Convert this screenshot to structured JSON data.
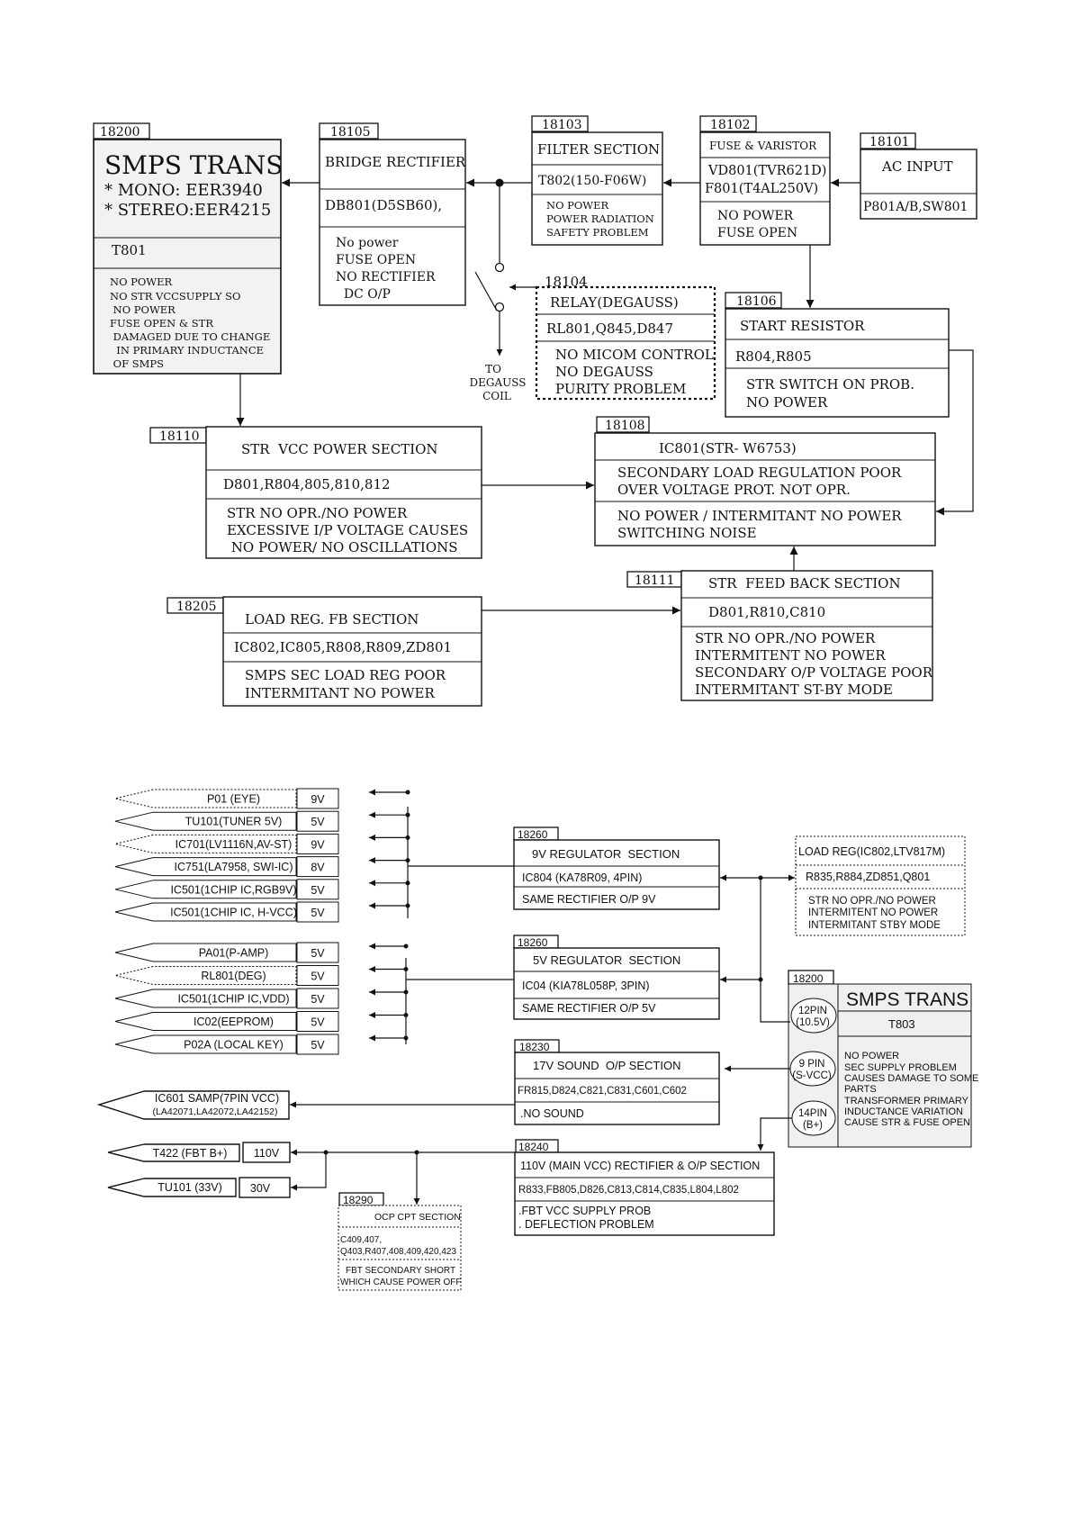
{
  "upper": {
    "smps": {
      "code": "18200",
      "title": "SMPS TRANS",
      "line1": "* MONO: EER3940",
      "line2": "* STEREO:EER4215",
      "part": "T801",
      "notes": [
        "NO POWER",
        "NO STR VCCSUPPLY SO",
        " NO POWER",
        "FUSE OPEN & STR",
        " DAMAGED DUE TO CHANGE",
        "  IN PRIMARY INDUCTANCE",
        " OF SMPS"
      ]
    },
    "bridge": {
      "code": "18105",
      "title": "BRIDGE RECTIFIER",
      "part": "DB801(D5SB60),",
      "notes": [
        "No power",
        "FUSE OPEN",
        "NO RECTIFIER",
        "  DC O/P"
      ]
    },
    "filter": {
      "code": "18103",
      "title": "FILTER SECTION",
      "part": "T802(150-F06W)",
      "notes": [
        "NO POWER",
        "POWER RADIATION",
        "SAFETY PROBLEM"
      ]
    },
    "fuse": {
      "code": "18102",
      "title": "FUSE & VARISTOR",
      "part1": "VD801(TVR621D)",
      "part2": "F801(T4AL250V)",
      "notes": [
        "NO POWER",
        "FUSE OPEN"
      ]
    },
    "ac": {
      "code": "18101",
      "title": "AC INPUT",
      "part": "P801A/B,SW801"
    },
    "relay": {
      "code": "18104",
      "title": "RELAY(DEGAUSS)",
      "part": "RL801,Q845,D847",
      "notes": [
        "NO MICOM CONTROL",
        "NO DEGAUSS",
        "PURITY PROBLEM"
      ]
    },
    "degauss_label": [
      "TO",
      "DEGAUSS",
      "COIL"
    ],
    "start": {
      "code": "18106",
      "title": "START RESISTOR",
      "part": "R804,R805",
      "notes": [
        "STR SWITCH ON PROB.",
        "NO POWER"
      ]
    },
    "strvcc": {
      "code": "18110",
      "title": "STR  VCC POWER SECTION",
      "part": "D801,R804,805,810,812",
      "notes": [
        "STR NO OPR./NO POWER",
        "EXCESSIVE I/P VOLTAGE CAUSES",
        " NO POWER/ NO OSCILLATIONS"
      ]
    },
    "ic801": {
      "code": "18108",
      "title": "IC801(STR- W6753)",
      "mid": [
        "SECONDARY LOAD REGULATION POOR",
        "OVER VOLTAGE PROT. NOT OPR."
      ],
      "notes": [
        "NO POWER / INTERMITANT NO POWER",
        "SWITCHING NOISE"
      ]
    },
    "feedback": {
      "code": "18111",
      "title": "STR  FEED BACK SECTION",
      "part": "D801,R810,C810",
      "notes": [
        "STR NO OPR./NO POWER",
        "INTERMITENT NO POWER",
        "SECONDARY O/P VOLTAGE POOR",
        "INTERMITANT ST-BY MODE"
      ]
    },
    "loadreg": {
      "code": "18205",
      "title": "LOAD REG. FB SECTION",
      "part": "IC802,IC805,R808,R809,ZD801",
      "notes": [
        "SMPS SEC LOAD REG POOR",
        "INTERMITANT NO POWER"
      ]
    }
  },
  "lower": {
    "group9v": [
      {
        "label": "P01 (EYE)",
        "volt": "9V"
      },
      {
        "label": "TU101(TUNER 5V)",
        "volt": "5V"
      },
      {
        "label": "IC701(LV1116N,AV-ST)",
        "volt": "9V"
      },
      {
        "label": "IC751(LA7958, SWI-IC)",
        "volt": "8V"
      },
      {
        "label": "IC501(1CHIP IC,RGB9V)",
        "volt": "5V"
      },
      {
        "label": "IC501(1CHIP IC, H-VCC)",
        "volt": "5V"
      }
    ],
    "group5v": [
      {
        "label": "PA01(P-AMP)",
        "volt": "5V"
      },
      {
        "label": "RL801(DEG)",
        "volt": "5V"
      },
      {
        "label": "IC501(1CHIP IC,VDD)",
        "volt": "5V"
      },
      {
        "label": "IC02(EEPROM)",
        "volt": "5V"
      },
      {
        "label": "P02A (LOCAL KEY)",
        "volt": "5V"
      }
    ],
    "ic601": {
      "line1": "IC601 SAMP(7PIN VCC)",
      "line2": "(LA42071,LA42072,LA42152)"
    },
    "t422": {
      "label": "T422 (FBT B+)",
      "volt": "110V"
    },
    "tu101": {
      "label": "TU101 (33V)",
      "volt": "30V"
    },
    "reg9": {
      "code": "18260",
      "title": "9V REGULATOR  SECTION",
      "part": "IC804 (KA78R09, 4PIN)",
      "note": "SAME RECTIFIER O/P 9V"
    },
    "reg5": {
      "code": "18260",
      "title": "5V REGULATOR  SECTION",
      "part": "IC04 (KIA78L058P, 3PIN)",
      "note": "SAME RECTIFIER O/P 5V"
    },
    "sound": {
      "code": "18230",
      "title": "17V SOUND  O/P SECTION",
      "part": "FR815,D824,C821,C831,C601,C602",
      "note": ".NO SOUND"
    },
    "main110": {
      "code": "18240",
      "title": "110V (MAIN VCC) RECTIFIER & O/P SECTION",
      "part": "R833,FB805,D826,C813,C814,C835,L804,L802",
      "notes": [
        ".FBT  VCC SUPPLY PROB",
        ". DEFLECTION PROBLEM"
      ]
    },
    "ocp": {
      "code": "18290",
      "title": "OCP CPT SECTION",
      "parts": [
        "C409,407,",
        "Q403,R407,408,409,420,423"
      ],
      "notes": [
        "FBT SECONDARY SHORT",
        "WHICH CAUSE POWER OFF"
      ]
    },
    "loadreg2": {
      "title": "LOAD REG(IC802,LTV817M)",
      "part": "R835,R884,ZD851,Q801",
      "notes": [
        "STR NO OPR./NO POWER",
        "INTERMITENT NO POWER",
        "INTERMITANT STBY MODE"
      ]
    },
    "smps2": {
      "code": "18200",
      "title": "SMPS TRANS",
      "part": "T803",
      "pins": [
        [
          "12PIN",
          "(10.5V)"
        ],
        [
          "9 PIN",
          "(S-VCC)"
        ],
        [
          "14PIN",
          "(B+)"
        ]
      ],
      "notes": [
        "NO POWER",
        "SEC SUPPLY  PROBLEM",
        "CAUSES DAMAGE TO SOME",
        "PARTS",
        "TRANSFORMER PRIMARY",
        "INDUCTANCE VARIATION",
        "CAUSE STR & FUSE OPEN"
      ]
    }
  }
}
